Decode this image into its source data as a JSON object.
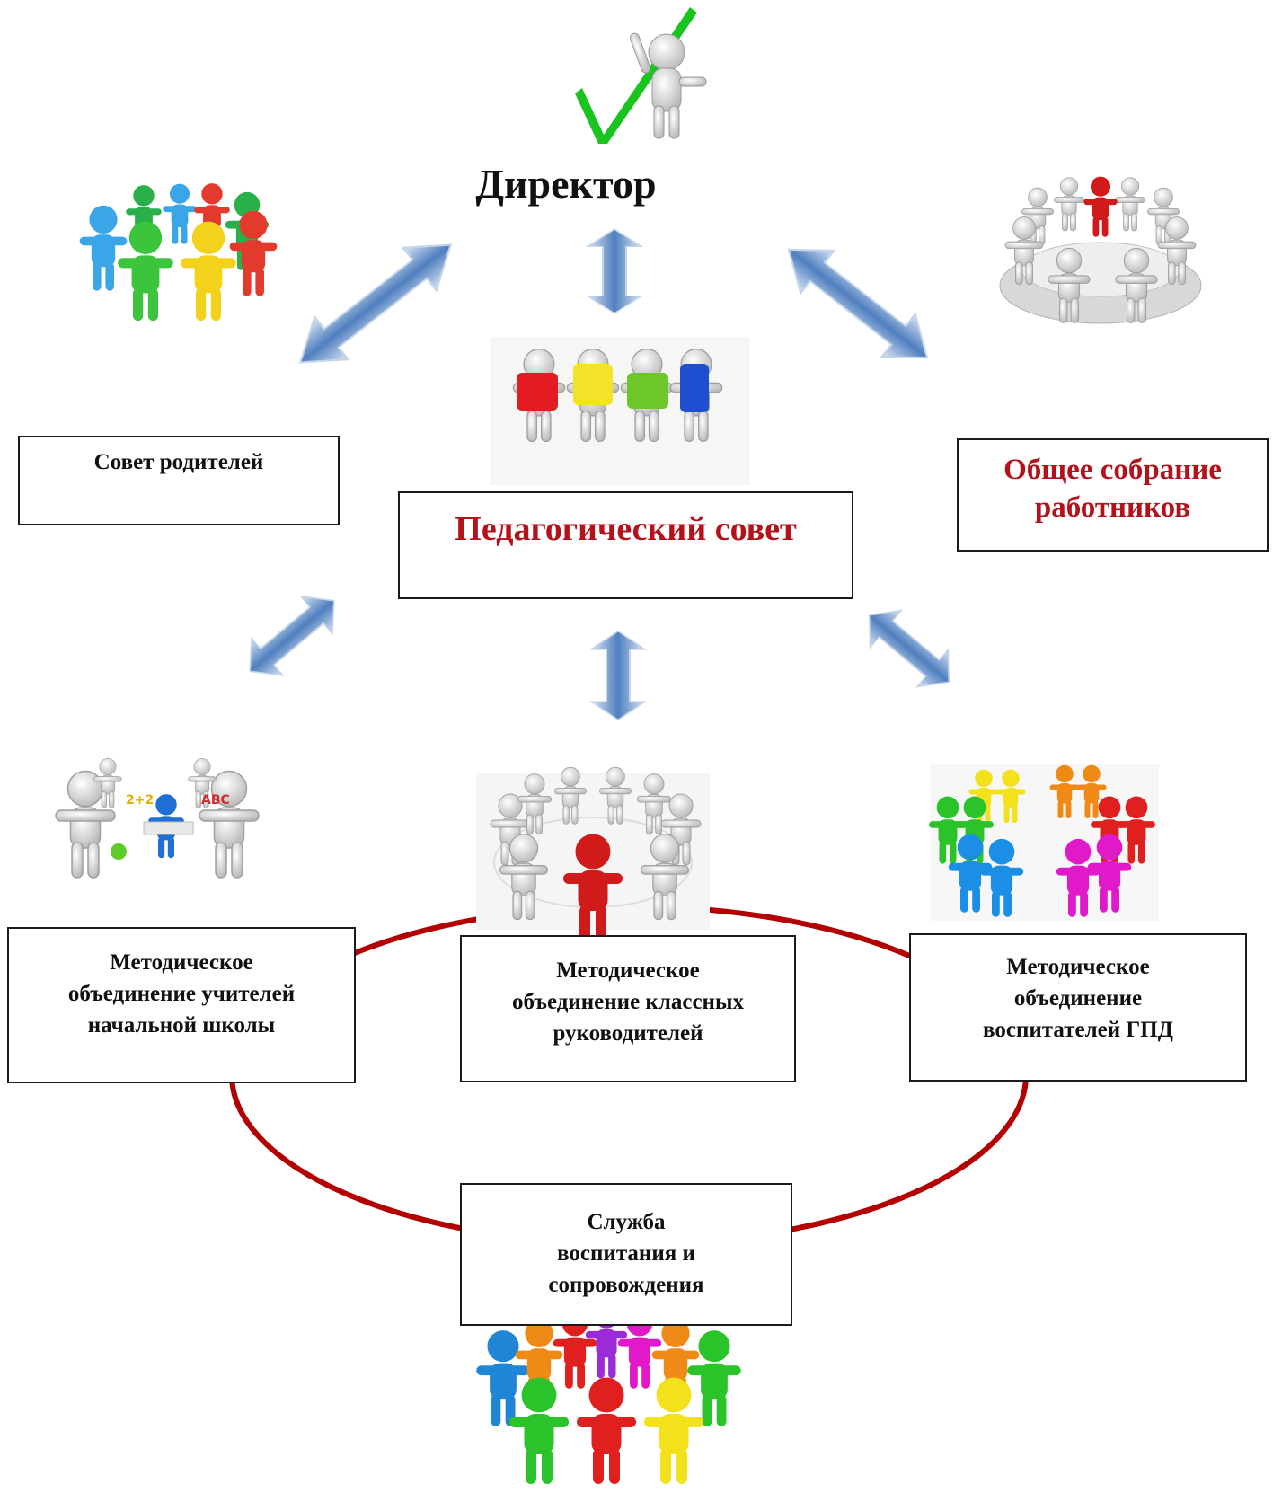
{
  "director": {
    "label": "Директор"
  },
  "parents_council": {
    "label": "Совет родителей"
  },
  "pedagogical_council": {
    "label": "Педагогический совет"
  },
  "general_meeting": {
    "line1": "Общее собрание",
    "line2": "работников"
  },
  "mo_primary": {
    "line1": "Методическое",
    "line2": "объединение учителей",
    "line3": "начальной школы"
  },
  "mo_class": {
    "line1": "Методическое",
    "line2": "объединение классных",
    "line3": "руководителей"
  },
  "mo_gpd": {
    "line1": "Методическое",
    "line2": "объединение",
    "line3": "воспитателей ГПД"
  },
  "service": {
    "line1": "Служба",
    "line2": "воспитания и",
    "line3": "сопровождения"
  },
  "colors": {
    "arrow": "#4a78b8",
    "ring": "#b30000",
    "accent_text": "#b3121b",
    "check": "#19c41e"
  }
}
